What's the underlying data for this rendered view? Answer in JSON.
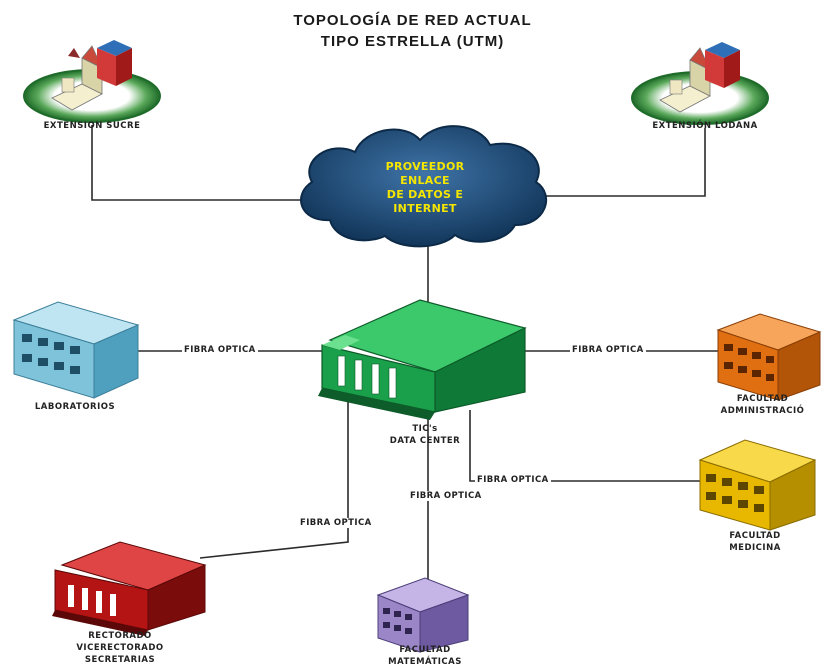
{
  "title": {
    "line1": "TOPOLOGÍA DE RED ACTUAL",
    "line2": "TIPO ESTRELLA (UTM)"
  },
  "cloud": {
    "line1": "PROVEEDOR",
    "line2": "ENLACE",
    "line3": "DE DATOS E",
    "line4": "INTERNET"
  },
  "nodes": {
    "extension_sucre": "EXTENSION SUCRE",
    "extension_lodana": "EXTENSIÓN LODANA",
    "laboratorios": "LABORATORIOS",
    "data_center_line1": "TIC's",
    "data_center_line2": "DATA CENTER",
    "fac_admin_line1": "FACULTAD",
    "fac_admin_line2": "ADMINISTRACIÓ",
    "fac_medicina_line1": "FACULTAD",
    "fac_medicina_line2": "MEDICINA",
    "rectorado_line1": "RECTORADO",
    "rectorado_line2": "VICERECTORADO",
    "rectorado_line3": "SECRETARIAS",
    "fac_mat_line1": "FACULTAD",
    "fac_mat_line2": "MATEMÁTICAS"
  },
  "links": {
    "lab": "FIBRA OPTICA",
    "admin": "FIBRA OPTICA",
    "medicina": "FIBRA OPTICA",
    "matematicas": "FIBRA OPTICA",
    "rectorado": "FIBRA OPTICA"
  },
  "colors": {
    "line": "#2b2b2b",
    "cloud": "#1f4e79",
    "cloud_text": "#f5e600",
    "datacenter": "#1aa04a",
    "laboratorios": "#7fc3db",
    "admin": "#e06f12",
    "medicina": "#e8b800",
    "rectorado": "#b51414",
    "matematicas": "#9b86c8",
    "campus_ring": "#3e8e3e"
  }
}
